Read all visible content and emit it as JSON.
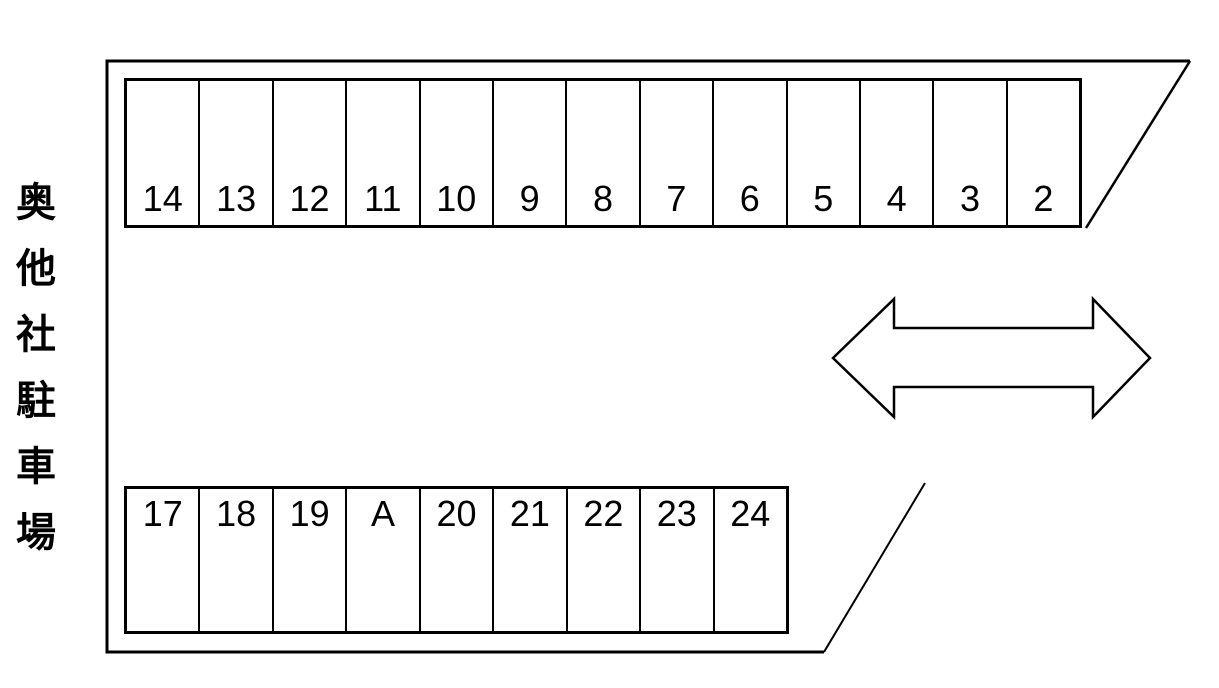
{
  "diagram": {
    "kind": "parking-lot-layout",
    "background_color": "#ffffff",
    "line_color": "#000000",
    "text_color": "#000000"
  },
  "side_label": "奥他社駐車場",
  "top_row": {
    "label_position": "bottom",
    "spaces": [
      "14",
      "13",
      "12",
      "11",
      "10",
      "9",
      "8",
      "7",
      "6",
      "5",
      "4",
      "3",
      "2"
    ]
  },
  "bottom_row": {
    "label_position": "top",
    "spaces": [
      "17",
      "18",
      "19",
      "A",
      "20",
      "21",
      "22",
      "23",
      "24"
    ]
  },
  "arrow": {
    "icon": "two-way-arrow",
    "orientation": "horizontal",
    "fill": "#ffffff",
    "stroke": "#000000"
  }
}
